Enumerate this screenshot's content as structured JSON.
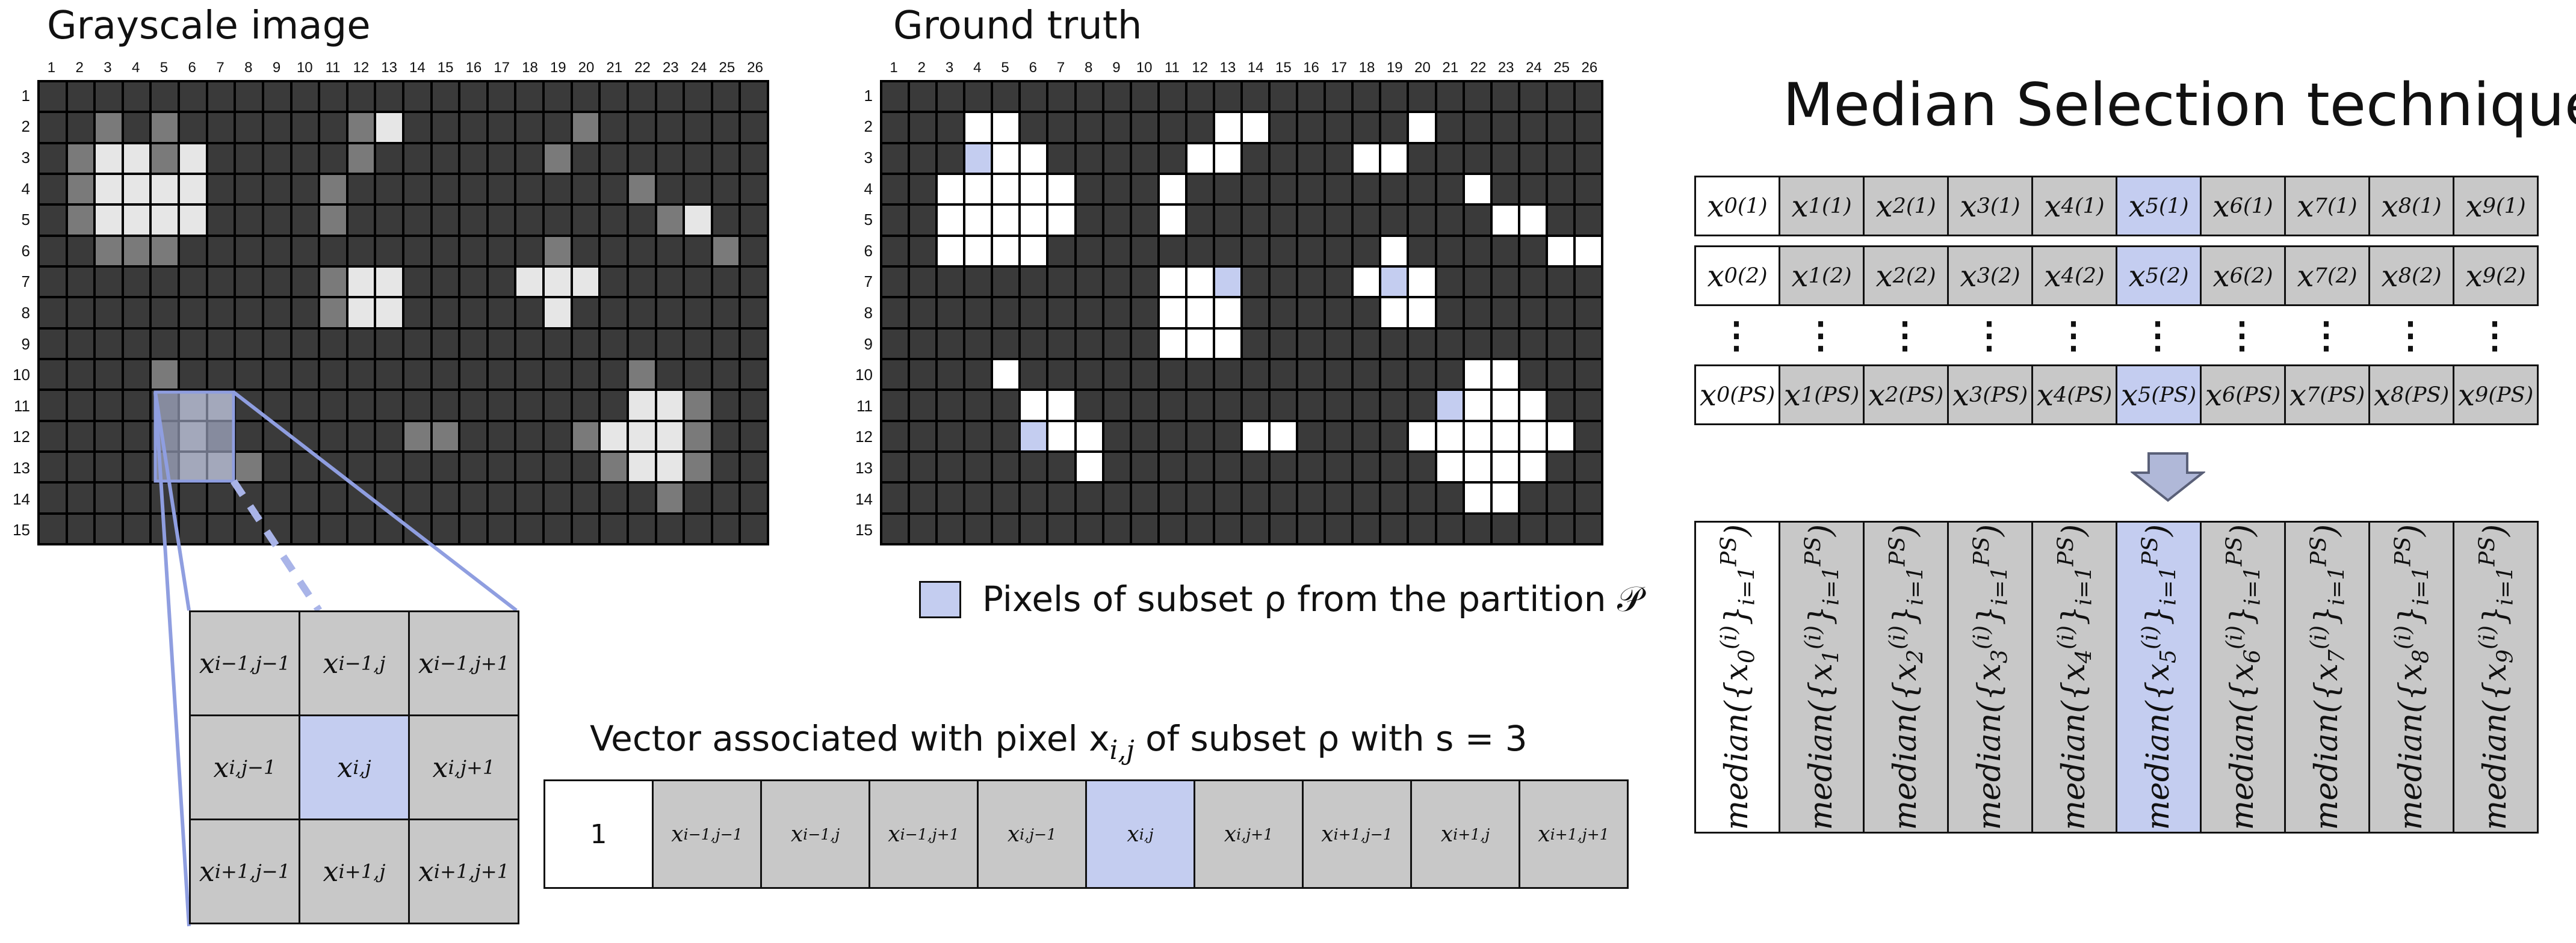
{
  "panels": {
    "grayscale_title": "Grayscale image",
    "ground_truth_title": "Ground truth",
    "median_title": "Median Selection technique"
  },
  "legend": {
    "text": "Pixels of subset ρ from the partition 𝒫",
    "swatch_color": "#c4cdf0"
  },
  "vector_caption": "Vector associated with pixel x",
  "vector_caption_sub": "i,j",
  "vector_caption_rest": " of subset ρ with s = 3",
  "col_labels": [
    "1",
    "2",
    "3",
    "4",
    "5",
    "6",
    "7",
    "8",
    "9",
    "10",
    "11",
    "12",
    "13",
    "14",
    "15",
    "16",
    "17",
    "18",
    "19",
    "20",
    "21",
    "22",
    "23",
    "24",
    "25",
    "26"
  ],
  "row_labels": [
    "1",
    "2",
    "3",
    "4",
    "5",
    "6",
    "7",
    "8",
    "9",
    "10",
    "11",
    "12",
    "13",
    "14",
    "15"
  ],
  "colors": {
    "dark": "#3a3a3a",
    "white": "#ffffff",
    "light_blue": "#c4cdf0",
    "gray_cell": "#c8c8c8",
    "arrow": "#b0b8d8"
  },
  "grayscale_grid": [
    "00000000000000000000000000",
    "00101000000120000001000000",
    "01221200000100000010000000",
    "01222200001000000000010000",
    "01222200001000000000001200",
    "00111000000000000010000010",
    "00000000001220000222000000",
    "00000000001220000020000000",
    "00000000000000000000000000",
    "00001000000000000000010000",
    "00000110000000000000022100",
    "00000100000001100001222100",
    "00000111000000000000122100",
    "00000000000000000000001000",
    "00000000000000000000000000"
  ],
  "ground_truth_grid": [
    "00000000000000000000000000",
    "00011000000011000001000000",
    "00031100000110000110000000",
    "00111110001000000000010000",
    "00111110001000000000001100",
    "00111100000000000010000011",
    "00000000001130000131000000",
    "00000000001110000011000000",
    "00000000001110000000000000",
    "00001000000000000000011000",
    "00000110000000000000311100",
    "00000311000001100001111110",
    "00000001000000000000111100",
    "00000000000000000000011000",
    "00000000000000000000000000"
  ],
  "neighborhood": [
    [
      "x_{i-1,j-1}",
      "x_{i-1,j}",
      "x_{i-1,j+1}"
    ],
    [
      "x_{i,j-1}",
      "x_{i,j}",
      "x_{i,j+1}"
    ],
    [
      "x_{i+1,j-1}",
      "x_{i+1,j}",
      "x_{i+1,j+1}"
    ]
  ],
  "vector": [
    "1",
    "x_{i-1,j-1}",
    "x_{i-1,j}",
    "x_{i-1,j+1}",
    "x_{i,j-1}",
    "x_{i,j}",
    "x_{i,j+1}",
    "x_{i+1,j-1}",
    "x_{i+1,j}",
    "x_{i+1,j+1}"
  ],
  "median_table": {
    "rows": [
      [
        "x_0^{(1)}",
        "x_1^{(1)}",
        "x_2^{(1)}",
        "x_3^{(1)}",
        "x_4^{(1)}",
        "x_5^{(1)}",
        "x_6^{(1)}",
        "x_7^{(1)}",
        "x_8^{(1)}",
        "x_9^{(1)}"
      ],
      [
        "x_0^{(2)}",
        "x_1^{(2)}",
        "x_2^{(2)}",
        "x_3^{(2)}",
        "x_4^{(2)}",
        "x_5^{(2)}",
        "x_6^{(2)}",
        "x_7^{(2)}",
        "x_8^{(2)}",
        "x_9^{(2)}"
      ],
      [
        "x_0^{(PS)}",
        "x_1^{(PS)}",
        "x_2^{(PS)}",
        "x_3^{(PS)}",
        "x_4^{(PS)}",
        "x_5^{(PS)}",
        "x_6^{(PS)}",
        "x_7^{(PS)}",
        "x_8^{(PS)}",
        "x_9^{(PS)}"
      ]
    ],
    "vertical_dots": "⋮",
    "result": [
      "median({x_0^{(i)}}_{i=1}^{PS})",
      "median({x_1^{(i)}}_{i=1}^{PS})",
      "median({x_2^{(i)}}_{i=1}^{PS})",
      "median({x_3^{(i)}}_{i=1}^{PS})",
      "median({x_4^{(i)}}_{i=1}^{PS})",
      "median({x_5^{(i)}}_{i=1}^{PS})",
      "median({x_6^{(i)}}_{i=1}^{PS})",
      "median({x_7^{(i)}}_{i=1}^{PS})",
      "median({x_8^{(i)}}_{i=1}^{PS})",
      "median({x_9^{(i)}}_{i=1}^{PS})"
    ]
  }
}
